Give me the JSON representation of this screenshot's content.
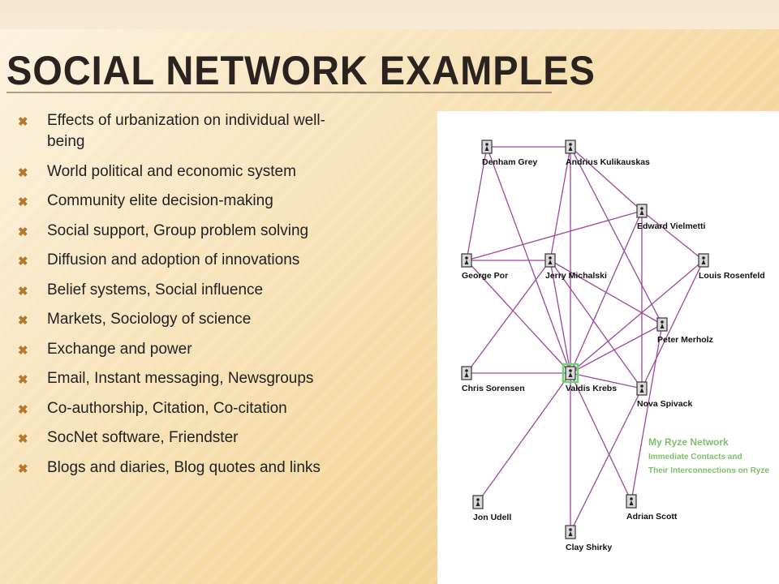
{
  "slide": {
    "title": "Social Network Examples",
    "bullet_icon": "x-mark-bullet-icon",
    "bullets": [
      "Effects of urbanization on individual well-\nbeing",
      "World political and economic system",
      "Community elite decision-making",
      "Social support, Group problem solving",
      "Diffusion and adoption of innovations",
      "Belief systems, Social influence",
      "Markets, Sociology of science",
      "Exchange and power",
      "Email, Instant messaging, Newsgroups",
      "Co-authorship, Citation, Co-citation",
      "SocNet software, Friendster",
      "Blogs and diaries, Blog quotes and links"
    ]
  },
  "diagram": {
    "legend": [
      "My Ryze Network",
      "Immediate Contacts and",
      "Their Interconnections on Ryze"
    ],
    "nodes": [
      {
        "id": "denham",
        "label": "Denham Grey",
        "icon": "person-card-icon"
      },
      {
        "id": "andrius",
        "label": "Andrius Kulikauskas",
        "icon": "person-card-icon"
      },
      {
        "id": "edward",
        "label": "Edward Vielmetti",
        "icon": "person-card-icon"
      },
      {
        "id": "george",
        "label": "George Por",
        "icon": "person-card-icon"
      },
      {
        "id": "jerry",
        "label": "Jerry Michalski",
        "icon": "person-card-icon"
      },
      {
        "id": "louis",
        "label": "Louis Rosenfeld",
        "icon": "person-card-icon"
      },
      {
        "id": "peter",
        "label": "Peter Merholz",
        "icon": "person-card-icon"
      },
      {
        "id": "chris",
        "label": "Chris Sorensen",
        "icon": "person-card-icon"
      },
      {
        "id": "valdis",
        "label": "Valdis Krebs",
        "icon": "person-card-icon",
        "highlighted": true
      },
      {
        "id": "nova",
        "label": "Nova Spivack",
        "icon": "person-card-icon"
      },
      {
        "id": "jon",
        "label": "Jon Udell",
        "icon": "person-card-icon"
      },
      {
        "id": "adrian",
        "label": "Adrian Scott",
        "icon": "person-card-icon"
      },
      {
        "id": "clay",
        "label": "Clay Shirky",
        "icon": "person-card-icon"
      }
    ],
    "edges": [
      [
        "denham",
        "andrius"
      ],
      [
        "denham",
        "george"
      ],
      [
        "denham",
        "valdis"
      ],
      [
        "andrius",
        "edward"
      ],
      [
        "andrius",
        "jerry"
      ],
      [
        "andrius",
        "valdis"
      ],
      [
        "andrius",
        "peter"
      ],
      [
        "george",
        "jerry"
      ],
      [
        "george",
        "edward"
      ],
      [
        "george",
        "valdis"
      ],
      [
        "jerry",
        "peter"
      ],
      [
        "jerry",
        "valdis"
      ],
      [
        "jerry",
        "nova"
      ],
      [
        "jerry",
        "chris"
      ],
      [
        "edward",
        "louis"
      ],
      [
        "edward",
        "valdis"
      ],
      [
        "edward",
        "nova"
      ],
      [
        "louis",
        "valdis"
      ],
      [
        "louis",
        "nova"
      ],
      [
        "peter",
        "valdis"
      ],
      [
        "peter",
        "adrian"
      ],
      [
        "chris",
        "valdis"
      ],
      [
        "valdis",
        "nova"
      ],
      [
        "valdis",
        "jon"
      ],
      [
        "valdis",
        "adrian"
      ],
      [
        "valdis",
        "clay"
      ],
      [
        "nova",
        "clay"
      ]
    ],
    "colors": {
      "edge": "#9b4a9b",
      "highlight": "#6fd46f",
      "legend": "#7cc26a"
    }
  }
}
